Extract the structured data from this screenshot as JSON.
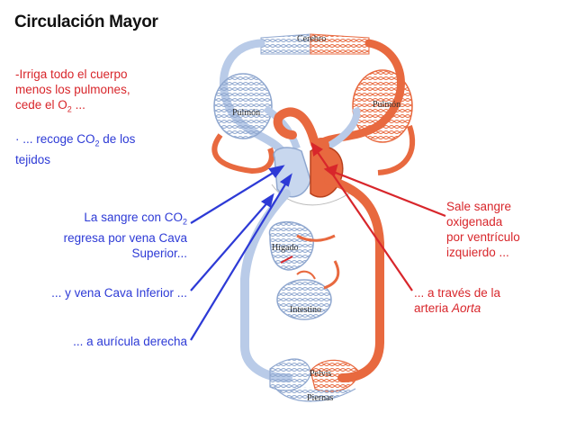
{
  "title": "Circulación Mayor",
  "left_notes": {
    "red_line1": "-Irriga todo el cuerpo",
    "red_line2": "menos los pulmones,",
    "red_line3_pre": "cede el O",
    "red_line3_sub": "2",
    "red_line3_post": " ...",
    "blue_line1_pre": "· ... recoge CO",
    "blue_line1_sub": "2",
    "blue_line1_post": " de los",
    "blue_line2": "tejidos"
  },
  "callouts": {
    "cava_sup_line1_pre": "La sangre con CO",
    "cava_sup_line1_sub": "2",
    "cava_sup_line2": "regresa por vena Cava",
    "cava_sup_line3": "Superior...",
    "cava_inf": "... y vena Cava Inferior ...",
    "auricula": "... a aurícula derecha",
    "sale_line1": "Sale sangre",
    "sale_line2": "oxigenada",
    "sale_line3": "por ventrículo",
    "sale_line4": "izquierdo ...",
    "aorta_line1": "... a través de la",
    "aorta_line2_pre": "arteria ",
    "aorta_line2_em": "Aorta"
  },
  "organs": {
    "cerebro": "Cerebro",
    "pulmon_left": "Pulmón",
    "pulmon_right": "Pulmón",
    "higado": "Hígado",
    "intestino": "Intestino",
    "pelvis": "Pelvis",
    "piernas": "Piernas"
  },
  "colors": {
    "artery": "#e8693f",
    "vein": "#b9cbe8",
    "vein_stroke": "#8fa7cf",
    "red_text": "#d8262b",
    "blue_text": "#2d3ad6"
  }
}
